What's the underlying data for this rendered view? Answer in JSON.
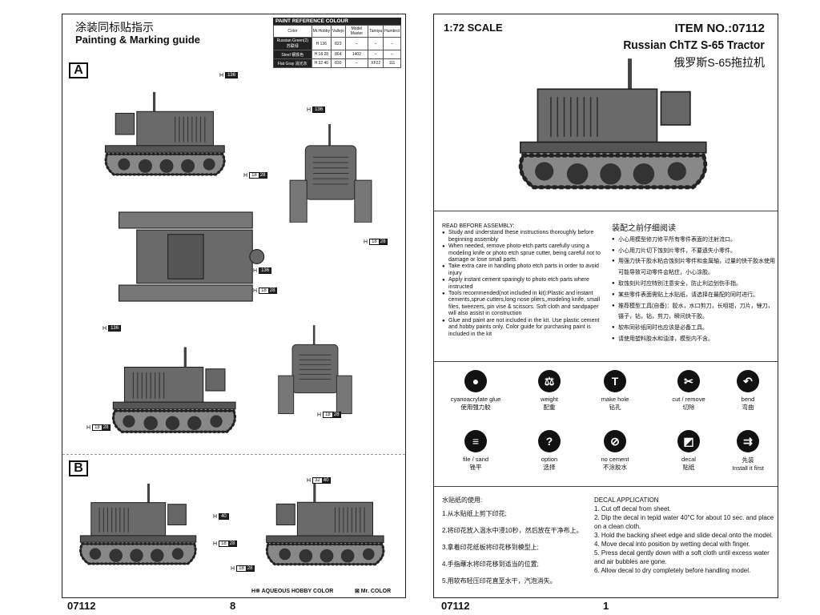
{
  "left": {
    "title_cn": "涂装同标贴指示",
    "title_en": "Painting & Marking guide",
    "paint_header": "PAINT  REFERENCE COLOUR",
    "paint_cols": [
      "Color",
      "Mr.Hobby",
      "Vallejo",
      "Model Master",
      "Tamiya",
      "Humbrol"
    ],
    "paint_rows": [
      {
        "color": "Russian Green(2) 苏联绿",
        "code": "H 136",
        "vallejo": "823",
        "master": "–",
        "tamiya": "–",
        "humbrol": "–"
      },
      {
        "color": "Steel 钢铁色",
        "code": "H 18 28",
        "vallejo": "864",
        "master": "1402",
        "tamiya": "–",
        "humbrol": "–"
      },
      {
        "color": "Flat Gray 消光灰",
        "code": "H 32 40",
        "vallejo": "830",
        "master": "–",
        "tamiya": "XF22",
        "humbrol": "111"
      }
    ],
    "sec_a": "A",
    "sec_b": "B",
    "legend_aqueous": "H※ AQUEOUS HOBBY COLOR",
    "legend_mr": "⊠  Mr. COLOR",
    "footer_item": "07112",
    "footer_page": "8"
  },
  "callouts": {
    "h136": "136",
    "h18": "18",
    "h28": "28",
    "h40": "40",
    "h32": "32",
    "h": "H"
  },
  "right": {
    "scale": "1:72 SCALE",
    "item": "ITEM NO.:07112",
    "name": "Russian ChTZ S-65 Tractor",
    "name_cn": "俄罗斯S-65拖拉机",
    "read_title": "READ BEFORE ASSEMBLY:",
    "read_items": [
      "Study and understand these instructions thoroughly before beginning assembly",
      "When needed, remove photo-etch parts carefully using a modeling knife or photo etch sprue cutter, being careful not to damage or lose small parts.",
      "Take extra care in handling photo etch parts in order to avoid injury",
      "Apply instant cement sparingly to photo etch parts where instructed",
      "Tools recommended(not included in kit):Plastic and instant cements,sprue cutters,long nose pliers,,modeling knife, small files, tweezers, pin vise & scissors. Soft cloth and sandpaper will also assist in construction",
      "Glue and paint are not included in the kit. Use plastic cement and hobby paints only. Color guide for purchasing paint is included in the kit"
    ],
    "read_title_cn": "装配之前仔细阅读",
    "read_items_cn": [
      "小心用模型修刀修平所有零件表面的注射流口。",
      "小心用刀片切下蚀刻片零件，不要遗失小零件。",
      "用强力快干胶水粘合蚀刻片零件和金属轴，过量的快干胶水使用可能导致可动零件会粘住，小心涂胶。",
      "取蚀刻片时应特别注意安全，防止利边划伤手指。",
      "某些零件表面需贴上水贴纸，请选择在最配的同时进行。",
      "推荐模型工具(自备)：胶水，水口剪刀，长咀钳，刀片，锉刀，镊子，钻，钻，剪刀，瞬间快干胶。",
      "软布同砂纸同时也应该是必备工具。",
      "请使用塑料胶水和油漆，模型内不含。"
    ],
    "icons": [
      {
        "name": "cyanoacrylate glue",
        "cn": "使用强力胶",
        "glyph": "●"
      },
      {
        "name": "weight",
        "cn": "配重",
        "glyph": "⚖"
      },
      {
        "name": "make hole",
        "cn": "钻孔",
        "glyph": "T"
      },
      {
        "name": "cut / remove",
        "cn": "切除",
        "glyph": "✂"
      },
      {
        "name": "bend",
        "cn": "弯曲",
        "glyph": "↶"
      },
      {
        "name": "file / sand",
        "cn": "锉平",
        "glyph": "≡"
      },
      {
        "name": "option",
        "cn": "选择",
        "glyph": "?"
      },
      {
        "name": "no cement",
        "cn": "不涂胶水",
        "glyph": "⊘"
      },
      {
        "name": "decal",
        "cn": "贴纸",
        "glyph": "◩"
      },
      {
        "name": "Install it first",
        "cn": "先装",
        "glyph": "⇉"
      }
    ],
    "decal_title_cn": "水贴纸的使用:",
    "decal_cn": [
      "1.从水贴纸上剪下印花;",
      "2.将印花放入温水中浸10秒，然后放在干净布上。",
      "3.拿着印花纸板将印花移到模型上;",
      "4.手指蘸水将印花移到适当的位置;",
      "5.用软布轻压印花直至水干，汽泡消失。"
    ],
    "decal_title_en": "DECAL APPLICATION",
    "decal_en": [
      "1. Cut off decal from sheet.",
      "2. Dip the decal in tepid water 40°C for about 10 sec. and place on a clean cloth.",
      "3. Hold the backing sheet edge and slide decal onto the model.",
      "4. Move decal into position by wetting decal with finger.",
      "5. Press decal gently down with a soft cloth until excess water and air bubbles are gone.",
      "6. Allow decal to dry completely before handling model."
    ],
    "footer_item": "07112",
    "footer_page": "1"
  }
}
